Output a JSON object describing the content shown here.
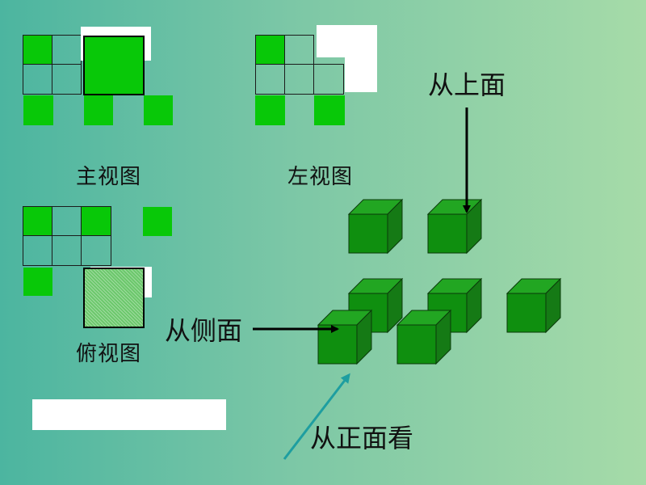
{
  "views": {
    "front_label": "主视图",
    "left_label": "左视图",
    "top_label": "俯视图"
  },
  "directions": {
    "from_top": "从上面",
    "from_side": "从侧面",
    "from_front": "从正面看"
  },
  "colors": {
    "cell_green": "#08c808",
    "cube_front": "#0f8f0f",
    "cube_top": "#22a622",
    "cube_side": "#157a15",
    "arrow_black": "#000000",
    "arrow_teal": "#1e9ea0"
  }
}
